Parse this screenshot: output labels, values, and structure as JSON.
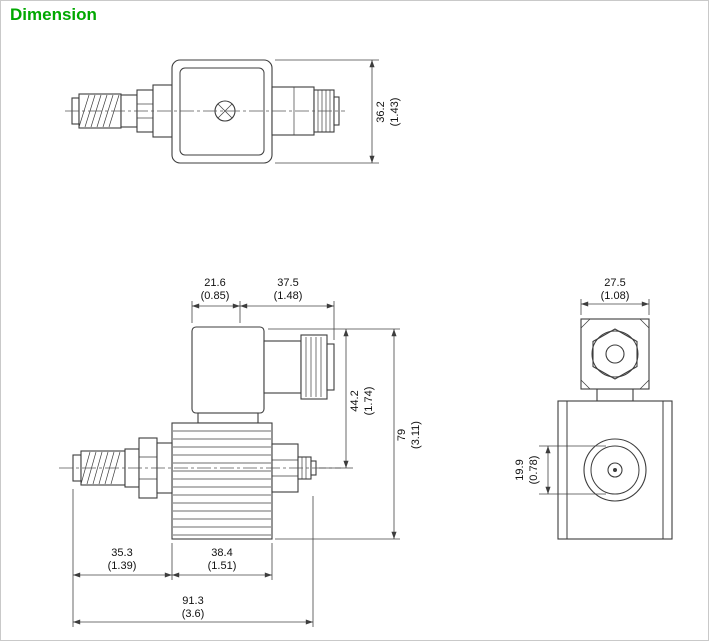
{
  "title": "Dimension",
  "colors": {
    "title_green": "#00a800",
    "line": "#3d3d3d",
    "background": "#ffffff"
  },
  "dims": {
    "top_height": {
      "mm": "36.2",
      "inch": "(1.43)"
    },
    "front_width_left": {
      "mm": "21.6",
      "inch": "(0.85)"
    },
    "front_width_right": {
      "mm": "37.5",
      "inch": "(1.48)"
    },
    "front_height_inner": {
      "mm": "44.2",
      "inch": "(1.74)"
    },
    "front_height_total": {
      "mm": "79",
      "inch": "(3.11)"
    },
    "front_bottom_left": {
      "mm": "35.3",
      "inch": "(1.39)"
    },
    "front_bottom_mid": {
      "mm": "38.4",
      "inch": "(1.51)"
    },
    "front_bottom_total": {
      "mm": "91.3",
      "inch": "(3.6)"
    },
    "side_width": {
      "mm": "27.5",
      "inch": "(1.08)"
    },
    "side_offset": {
      "mm": "19.9",
      "inch": "(0.78)"
    }
  }
}
